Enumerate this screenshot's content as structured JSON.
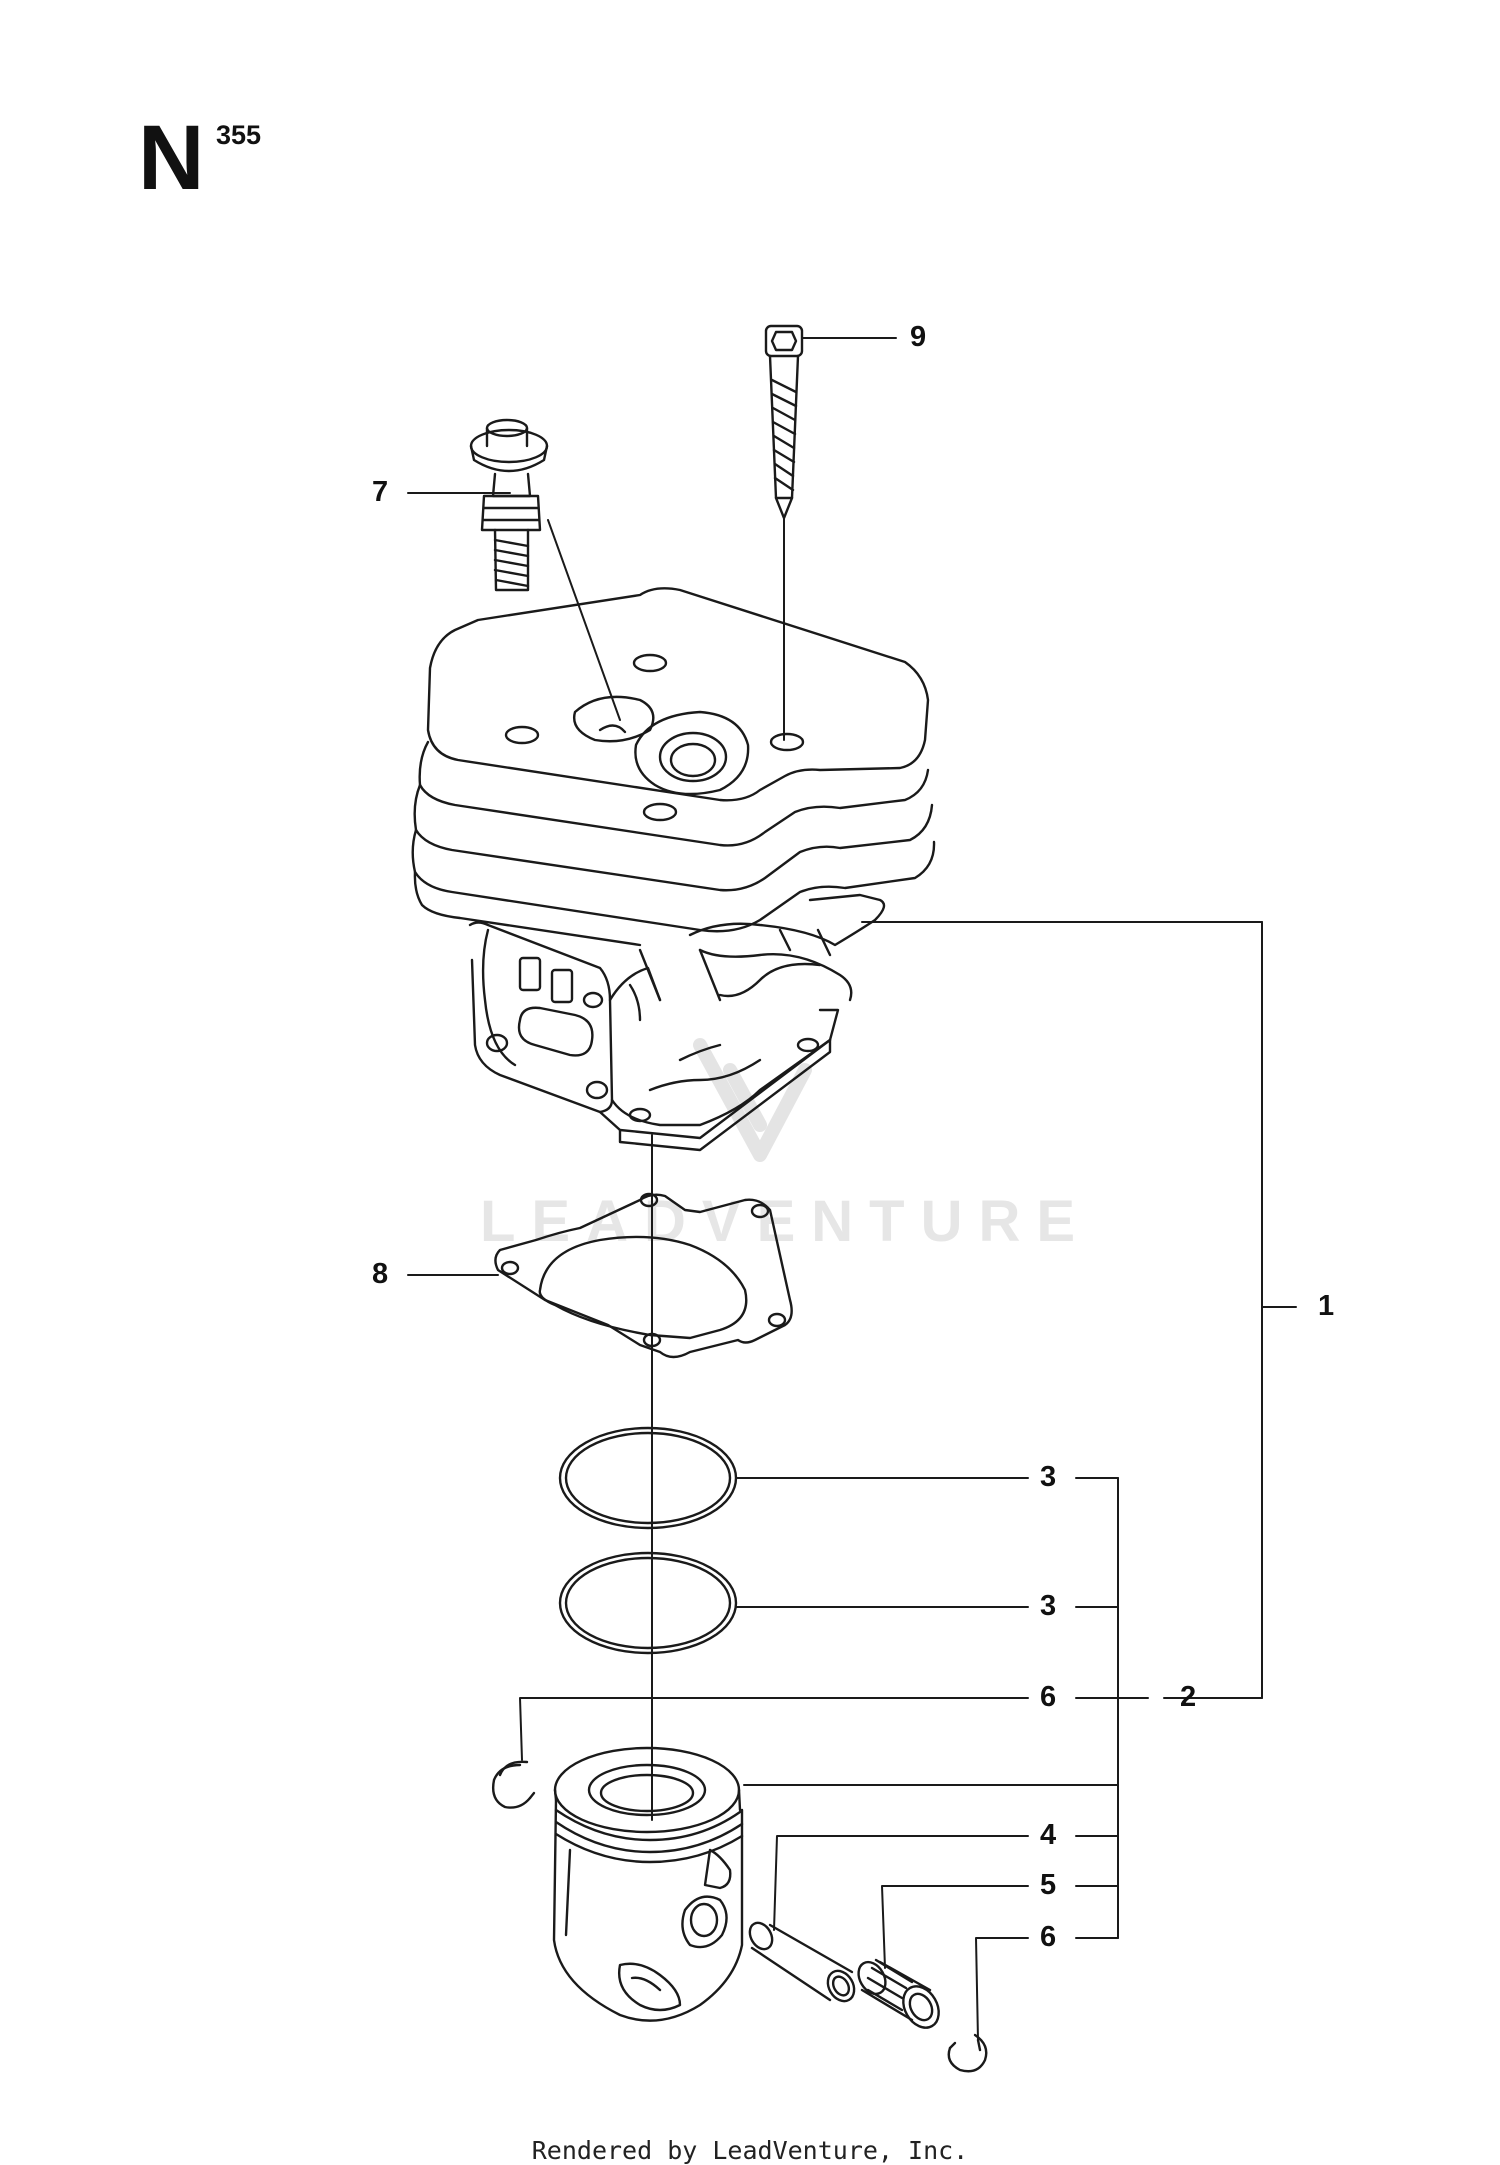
{
  "header": {
    "section_letter": "N",
    "section_code": "355"
  },
  "watermark": {
    "brand": "LEADVENTURE"
  },
  "callouts": [
    {
      "label": "9"
    },
    {
      "label": "7"
    },
    {
      "label": "8"
    },
    {
      "label": "1"
    },
    {
      "label": "3"
    },
    {
      "label": "3"
    },
    {
      "label": "6"
    },
    {
      "label": "2"
    },
    {
      "label": "4"
    },
    {
      "label": "5"
    },
    {
      "label": "6"
    }
  ],
  "footer": {
    "credit": "Rendered by LeadVenture, Inc."
  },
  "colors": {
    "line": "#1a1a1a",
    "watermark": "#e6e6e6"
  }
}
